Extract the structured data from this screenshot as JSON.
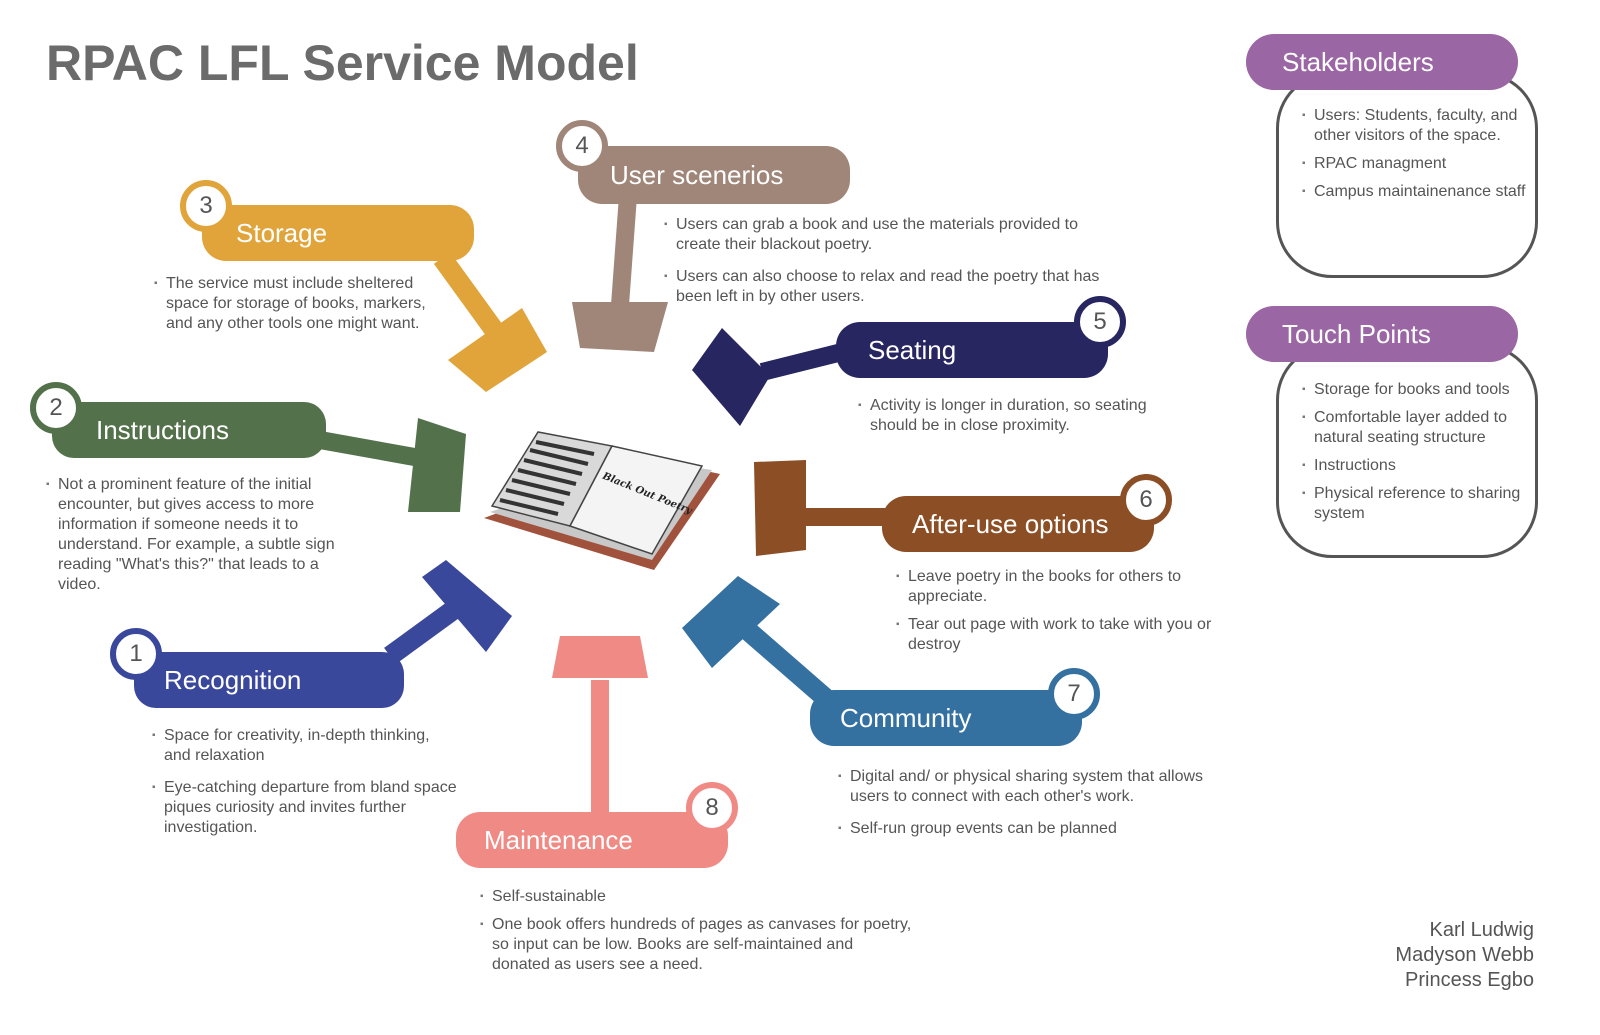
{
  "title": "RPAC LFL Service Model",
  "book_label": "Black Out Poetry",
  "steps": [
    {
      "num": "1",
      "label": "Recognition",
      "color": "#3a489b",
      "bullets": [
        "Space for creativity, in-depth thinking, and relaxation",
        "Eye-catching departure from bland space piques curiosity and invites further investigation."
      ]
    },
    {
      "num": "2",
      "label": "Instructions",
      "color": "#53714a",
      "bullets": [
        "Not a prominent feature of the initial encounter, but gives access to more information if someone needs it to understand. For example, a subtle sign reading \"What's this?\" that leads to a video."
      ]
    },
    {
      "num": "3",
      "label": "Storage",
      "color": "#e0a43a",
      "bullets": [
        "The service must include sheltered space for storage of books, markers, and any other tools one might want."
      ]
    },
    {
      "num": "4",
      "label": "User scenerios",
      "color": "#9f8679",
      "bullets": [
        "Users can grab a book and use the materials provided to create their blackout poetry.",
        "Users can also choose to relax and read the poetry that has been left in by other users."
      ]
    },
    {
      "num": "5",
      "label": "Seating",
      "color": "#272660",
      "bullets": [
        "Activity is longer in duration, so seating should be in close proximity."
      ]
    },
    {
      "num": "6",
      "label": "After-use options",
      "color": "#8c4e24",
      "bullets": [
        "Leave poetry in the books for others to appreciate.",
        "Tear out page with work to take with you or destroy"
      ]
    },
    {
      "num": "7",
      "label": "Community",
      "color": "#3470a0",
      "bullets": [
        "Digital and/ or physical sharing system that allows users to connect with each other's work.",
        "Self-run group events can be planned"
      ]
    },
    {
      "num": "8",
      "label": "Maintenance",
      "color": "#f08a85",
      "bullets": [
        "Self-sustainable",
        "One book offers hundreds of pages as canvases for poetry, so input can be low. Books are self-maintained and donated as users see a need."
      ]
    }
  ],
  "stakeholders": {
    "title": "Stakeholders",
    "items": [
      "Users: Students, faculty, and other visitors of the space.",
      "RPAC managment",
      "Campus maintainenance staff"
    ]
  },
  "touch_points": {
    "title": "Touch Points",
    "items": [
      "Storage for books and tools",
      "Comfortable layer added to natural seating structure",
      "Instructions",
      "Physical reference to sharing system"
    ]
  },
  "authors": [
    "Karl Ludwig",
    "Madyson Webb",
    "Princess Egbo"
  ],
  "colors": {
    "side_header": "#9a66a3",
    "title": "#6b6b6b"
  }
}
